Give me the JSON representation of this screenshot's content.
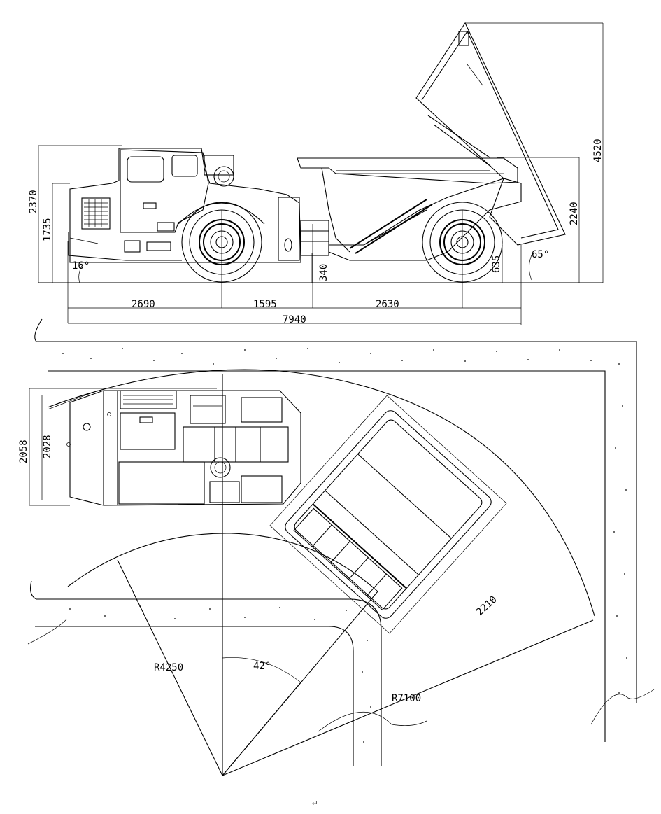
{
  "side_view": {
    "dim_2370": "2370",
    "dim_1735": "1735",
    "angle_16": "16°",
    "dim_2690": "2690",
    "dim_1595": "1595",
    "dim_2630": "2630",
    "dim_7940": "7940",
    "dim_340": "340",
    "dim_635": "635",
    "angle_65": "65°",
    "dim_2240": "2240",
    "dim_4520": "4520"
  },
  "plan_view": {
    "dim_2058": "2058",
    "dim_2028": "2028",
    "dim_2210": "2210",
    "radius_inner": "R4250",
    "radius_outer": "R7100",
    "angle_42": "42°"
  },
  "footer": {
    "return_mark": "↵"
  }
}
